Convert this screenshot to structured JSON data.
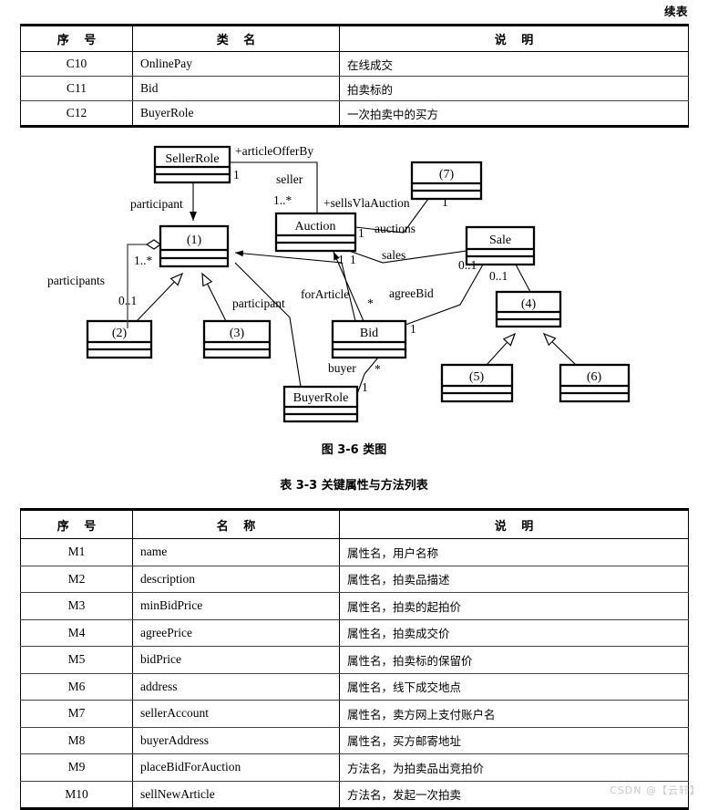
{
  "page": {
    "continuation_label": "续表",
    "watermark": "CSDN @【云轩】"
  },
  "table_classes": {
    "headers": [
      "序  号",
      "类  名",
      "说  明"
    ],
    "rows": [
      {
        "id": "C10",
        "name": "OnlinePay",
        "desc": "在线成交"
      },
      {
        "id": "C11",
        "name": "Bid",
        "desc": "拍卖标的"
      },
      {
        "id": "C12",
        "name": "BuyerRole",
        "desc": "一次拍卖中的买方"
      }
    ]
  },
  "figure": {
    "caption": "图 3-6   类图",
    "classes": [
      {
        "key": "sellerrole",
        "label": "SellerRole"
      },
      {
        "key": "c1",
        "label": "(1)"
      },
      {
        "key": "c2",
        "label": "(2)"
      },
      {
        "key": "c3",
        "label": "(3)"
      },
      {
        "key": "auction",
        "label": "Auction"
      },
      {
        "key": "c7",
        "label": "(7)"
      },
      {
        "key": "sale",
        "label": "Sale"
      },
      {
        "key": "c4",
        "label": "(4)"
      },
      {
        "key": "c5",
        "label": "(5)"
      },
      {
        "key": "c6",
        "label": "(6)"
      },
      {
        "key": "bid",
        "label": "Bid"
      },
      {
        "key": "buyerrole",
        "label": "BuyerRole"
      }
    ],
    "labels": {
      "article_offer_by": "+articleOfferBy",
      "participant_top": "participant",
      "participants": "participants",
      "participant_mid": "participant",
      "seller": "seller",
      "sells_via_auction": "+sellsVlaAuction",
      "auctions": "auctions",
      "sales": "sales",
      "for_article": "forArticle",
      "agree_bid": "agreeBid",
      "buyer": "buyer"
    },
    "multiplicities": {
      "sellerrole_one": "1",
      "seller_many": "1..*",
      "c1_many": "1..*",
      "c1_zero_one": "0..1",
      "auction_right_one": "1",
      "auction_bottom_one": "1",
      "auction_bottom_one_b": "1",
      "c7_one": "1",
      "sale_left_zero_one": "0..1",
      "sale_mid_zero_one": "0..1",
      "bid_star_top": "*",
      "bid_right_one": "1",
      "bid_star_bottom": "*",
      "buyerrole_one": "1"
    }
  },
  "table_attrs": {
    "caption": "表 3-3   关键属性与方法列表",
    "headers": [
      "序  号",
      "名  称",
      "说  明"
    ],
    "rows": [
      {
        "id": "M1",
        "name": "name",
        "desc": "属性名，用户名称"
      },
      {
        "id": "M2",
        "name": "description",
        "desc": "属性名，拍卖品描述"
      },
      {
        "id": "M3",
        "name": "minBidPrice",
        "desc": "属性名，拍卖的起拍价"
      },
      {
        "id": "M4",
        "name": "agreePrice",
        "desc": "属性名，拍卖成交价"
      },
      {
        "id": "M5",
        "name": "bidPrice",
        "desc": "属性名，拍卖标的保留价"
      },
      {
        "id": "M6",
        "name": "address",
        "desc": "属性名，线下成交地点"
      },
      {
        "id": "M7",
        "name": "sellerAccount",
        "desc": "属性名，卖方网上支付账户名"
      },
      {
        "id": "M8",
        "name": "buyerAddress",
        "desc": "属性名，买方邮寄地址"
      },
      {
        "id": "M9",
        "name": "placeBidForAuction",
        "desc": "方法名，为拍卖品出竞拍价"
      },
      {
        "id": "M10",
        "name": "sellNewArticle",
        "desc": "方法名，发起一次拍卖"
      }
    ]
  }
}
